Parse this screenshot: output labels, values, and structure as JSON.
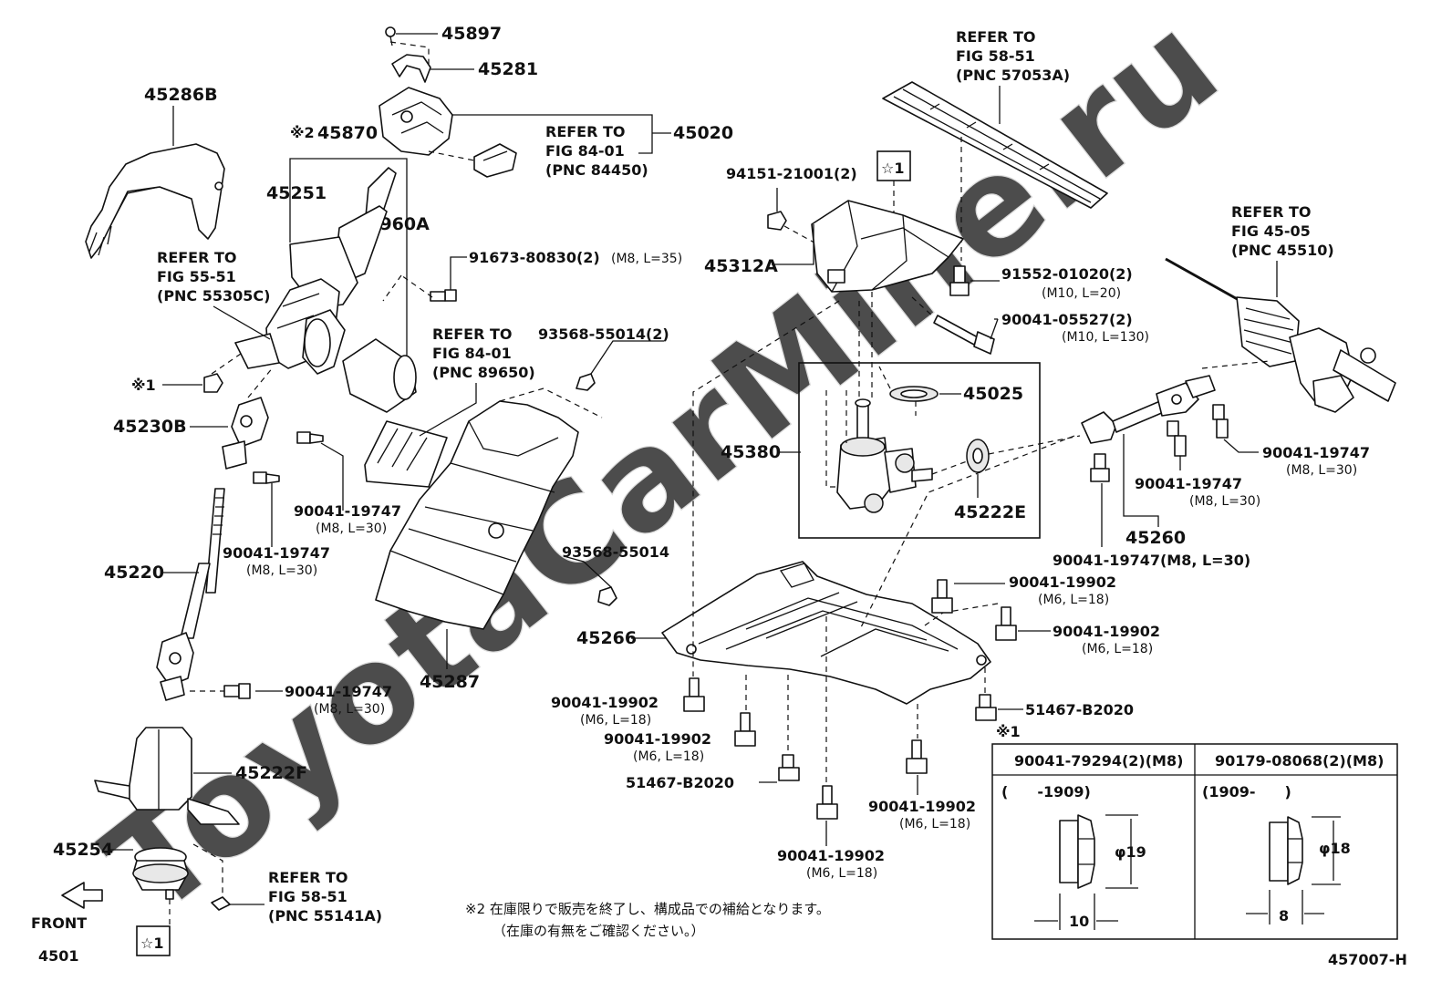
{
  "watermark": "ToyotaCarMine.ru",
  "parts": {
    "p45897": "45897",
    "p45281": "45281",
    "p45020": "45020",
    "p45286B": "45286B",
    "p45870": "45870",
    "p45870_mark": "※2",
    "p45251": "45251",
    "p86960A": "86960A",
    "p45230B": "45230B",
    "p45220": "45220",
    "p45222F": "45222F",
    "p45254": "45254",
    "p45287": "45287",
    "p45312A": "45312A",
    "p45025": "45025",
    "p45380": "45380",
    "p45222E": "45222E",
    "p45260": "45260",
    "p45266": "45266",
    "star1_box": "☆1",
    "mark1": "※1"
  },
  "fasteners": {
    "f91673": "91673-80830(2)",
    "f91673_spec": "(M8, L=35)",
    "f93568a": "93568-55014(2)",
    "f93568b": "93568-55014",
    "f90041_19747_a": "90041-19747",
    "f90041_19747_a_spec": "(M8, L=30)",
    "f90041_19747_b": "90041-19747",
    "f90041_19747_b_spec": "(M8, L=30)",
    "f90041_19747_c": "90041-19747",
    "f90041_19747_c_spec": "(M8, L=30)",
    "f90041_19747_d": "90041-19747",
    "f90041_19747_d_spec": "(M8, L=30)",
    "f90041_19747_e": "90041-19747",
    "f90041_19747_e_spec": "(M8, L=30)",
    "f90041_19747_f": "90041-19747(M8, L=30)",
    "f94151": "94151-21001(2)",
    "f91552": "91552-01020(2)",
    "f91552_spec": "(M10, L=20)",
    "f90041_05527": "90041-05527(2)",
    "f90041_05527_spec": "(M10, L=130)",
    "f90041_19902_a": "90041-19902",
    "f90041_19902_a_spec": "(M6, L=18)",
    "f90041_19902_b": "90041-19902",
    "f90041_19902_b_spec": "(M6, L=18)",
    "f90041_19902_c": "90041-19902",
    "f90041_19902_c_spec": "(M6, L=18)",
    "f90041_19902_d": "90041-19902",
    "f90041_19902_d_spec": "(M6, L=18)",
    "f90041_19902_e": "90041-19902",
    "f90041_19902_e_spec": "(M6, L=18)",
    "f90041_19902_f": "90041-19902",
    "f90041_19902_f_spec": "(M6, L=18)",
    "f51467_a": "51467-B2020",
    "f51467_b": "51467-B2020"
  },
  "references": {
    "r84450": [
      "REFER TO",
      "FIG 84-01",
      "(PNC 84450)"
    ],
    "r55305C": [
      "REFER TO",
      "FIG 55-51",
      "(PNC 55305C)"
    ],
    "r89650": [
      "REFER TO",
      "FIG 84-01",
      "(PNC 89650)"
    ],
    "r57053A": [
      "REFER TO",
      "FIG 58-51",
      "(PNC 57053A)"
    ],
    "r45510": [
      "REFER TO",
      "FIG 45-05",
      "(PNC 45510)"
    ],
    "r55141A": [
      "REFER TO",
      "FIG 58-51",
      "(PNC 55141A)"
    ]
  },
  "table": {
    "mark": "※1",
    "col1_head": "90041-79294(2)(M8)",
    "col2_head": "90179-08068(2)(M8)",
    "col1_range": "(　　-1909)",
    "col2_range": "(1909-　　)",
    "col1_dia": "φ19",
    "col2_dia": "φ18",
    "col1_width": "10",
    "col2_width": "8"
  },
  "footnote": {
    "line1": "※2 在庫限りで販売を終了し、構成品での補給となります。",
    "line2": "（在庫の有無をご確認ください。）"
  },
  "front_label": "FRONT",
  "page_code": "4501",
  "figure_code": "457007-H"
}
